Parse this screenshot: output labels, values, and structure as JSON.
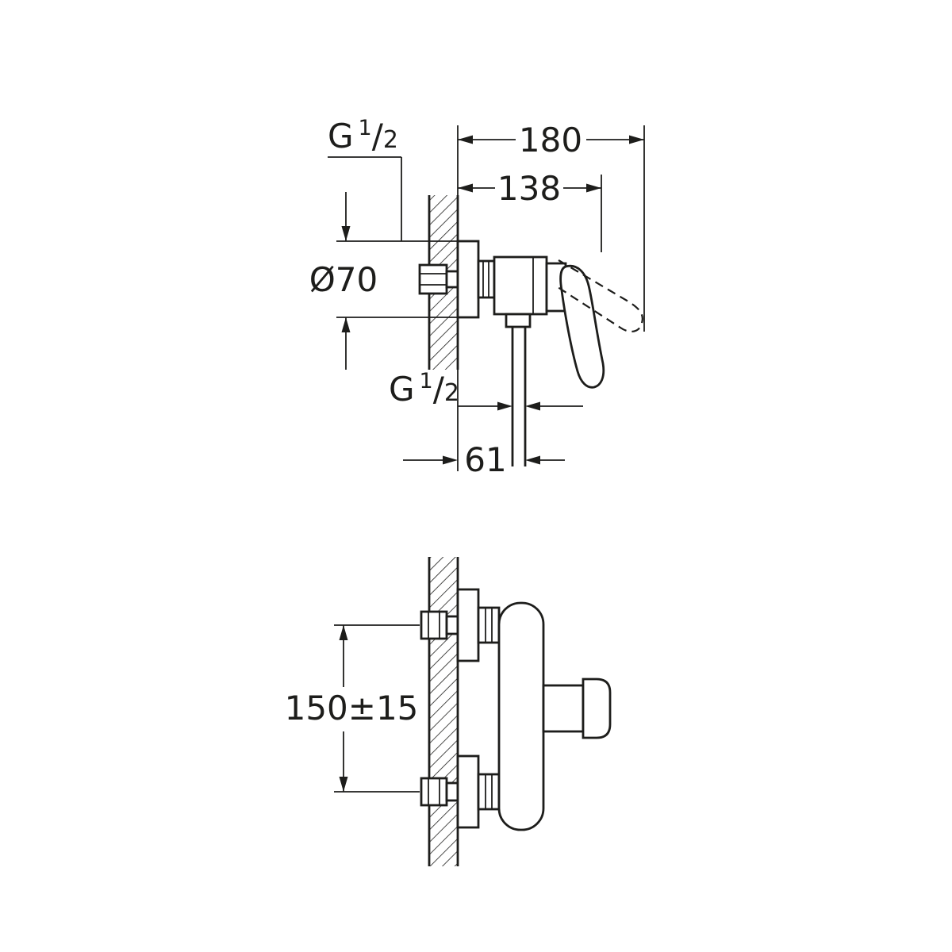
{
  "drawing": {
    "background_color": "#ffffff",
    "line_color": "#1d1d1b",
    "views": {
      "side_view": {
        "dimensions": {
          "total_depth": "180",
          "body_depth": "138",
          "escutcheon_diameter": "Ø70",
          "wall_to_outlet": "61"
        },
        "thread_labels": {
          "inlet": {
            "letter": "G",
            "numerator": "1",
            "slash": "/",
            "denominator": "2"
          },
          "outlet": {
            "letter": "G",
            "numerator": "1",
            "slash": "/",
            "denominator": "2"
          }
        }
      },
      "front_view": {
        "dimensions": {
          "inlet_center_distance": "150±15"
        }
      }
    }
  }
}
